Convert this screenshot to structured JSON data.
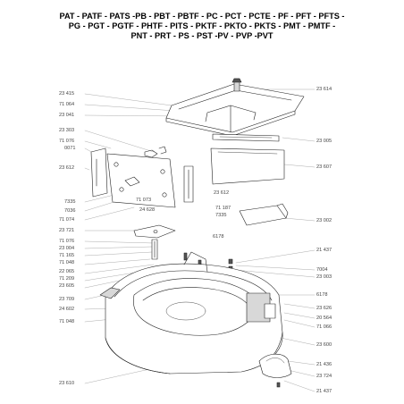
{
  "header": {
    "line1": "PAT - PATF - PATS -PB - PBT - PBTF - PC - PCT - PCTE - PF - PFT - PFTS -",
    "line2": "PG - PGT - PGTF - PHTF - PITS - PKTF - PKTO - PKTS - PMT - PMTF -",
    "line3": "PNT - PRT - PS - PST -PV - PVP -PVT"
  },
  "labels_left": [
    {
      "text": "23 415"
    },
    {
      "text": "71 064"
    },
    {
      "text": "23 041"
    },
    {
      "text": "23 303"
    },
    {
      "text": "71 076"
    },
    {
      "text": "0071"
    },
    {
      "text": "23 612"
    },
    {
      "text": "7335"
    },
    {
      "text": "7036"
    },
    {
      "text": "71 074"
    },
    {
      "text": "23 721"
    },
    {
      "text": "71 076"
    },
    {
      "text": "23 004"
    },
    {
      "text": "71 165"
    },
    {
      "text": "71 048"
    },
    {
      "text": "22 065"
    },
    {
      "text": "71 209"
    },
    {
      "text": "23 605"
    },
    {
      "text": "23 709"
    },
    {
      "text": "24 602"
    },
    {
      "text": "71 048"
    },
    {
      "text": "23 610"
    }
  ],
  "labels_inner": [
    {
      "text": "71 073"
    },
    {
      "text": "24 628"
    },
    {
      "text": "23 612"
    },
    {
      "text": "71 187"
    },
    {
      "text": "7335"
    },
    {
      "text": "6178"
    }
  ],
  "labels_right": [
    {
      "text": "23 614"
    },
    {
      "text": "23 005"
    },
    {
      "text": "23 607"
    },
    {
      "text": "23 002"
    },
    {
      "text": "21 437"
    },
    {
      "text": "7004"
    },
    {
      "text": "23 003"
    },
    {
      "text": "6178"
    },
    {
      "text": "23 626"
    },
    {
      "text": "20 564"
    },
    {
      "text": "71 066"
    },
    {
      "text": "23 600"
    },
    {
      "text": "21 436"
    },
    {
      "text": "23 724"
    },
    {
      "text": "21 437"
    }
  ]
}
